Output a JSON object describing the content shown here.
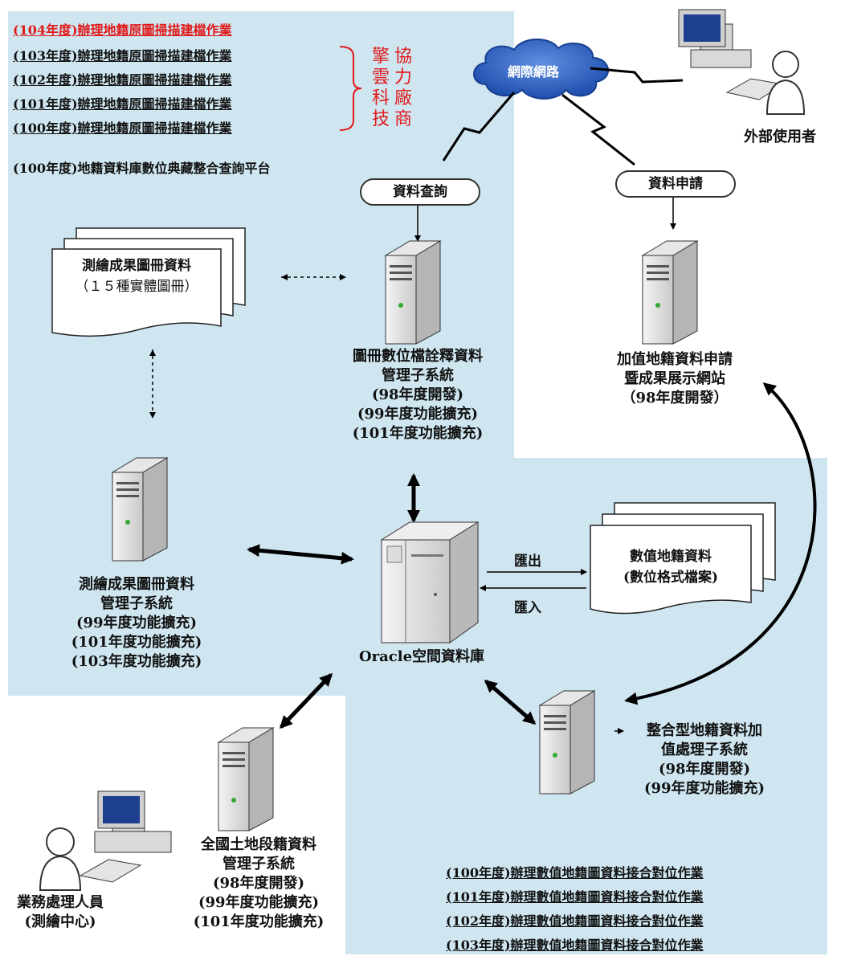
{
  "left_projects": [
    "(104年度)辦理地籍原圖掃描建檔作業",
    "(103年度)辦理地籍原圖掃描建檔作業",
    "(102年度)辦理地籍原圖掃描建檔作業",
    "(101年度)辦理地籍原圖掃描建檔作業",
    "(100年度)辦理地籍原圖掃描建檔作業"
  ],
  "vendor_col1": "擎雲科技",
  "vendor_col2": "協力廠商",
  "platform_title": "(100年度)地籍資料庫數位典藏整合查詢平台",
  "internet": "網際網路",
  "external_user": "外部使用者",
  "query_pill": "資料查詢",
  "apply_pill": "資料申請",
  "survey_doc": [
    "測繪成果圖冊資料",
    "（１５種實體圖冊）"
  ],
  "map_meta_system": [
    "圖冊數位檔詮釋資料",
    "管理子系統",
    "(98年度開發)",
    "(99年度功能擴充)",
    "(101年度功能擴充)"
  ],
  "value_added_site": [
    "加值地籍資料申請",
    "暨成果展示網站",
    "（98年度開發）"
  ],
  "survey_system": [
    "測繪成果圖冊資料",
    "管理子系統",
    "(99年度功能擴充)",
    "(101年度功能擴充)",
    "(103年度功能擴充)"
  ],
  "oracle_db": "Oracle空間資料庫",
  "export_label": "匯出",
  "import_label": "匯入",
  "digital_doc": [
    "數值地籍資料",
    "(數位格式檔案)"
  ],
  "integrated_system": [
    "整合型地籍資料加",
    "值處理子系統",
    "(98年度開發)",
    "(99年度功能擴充)"
  ],
  "national_system": [
    "全國土地段籍資料",
    "管理子系統",
    "(98年度開發)",
    "(99年度功能擴充)",
    "(101年度功能擴充)"
  ],
  "staff": [
    "業務處理人員",
    "(測繪中心)"
  ],
  "right_projects": [
    "(100年度)辦理數值地籍圖資料接合對位作業",
    "(101年度)辦理數值地籍圖資料接合對位作業",
    "(102年度)辦理數值地籍圖資料接合對位作業",
    "(103年度)辦理數值地籍圖資料接合對位作業"
  ],
  "colors": {
    "panel": "#cfe6f1",
    "highlight": "#e01a1a"
  }
}
